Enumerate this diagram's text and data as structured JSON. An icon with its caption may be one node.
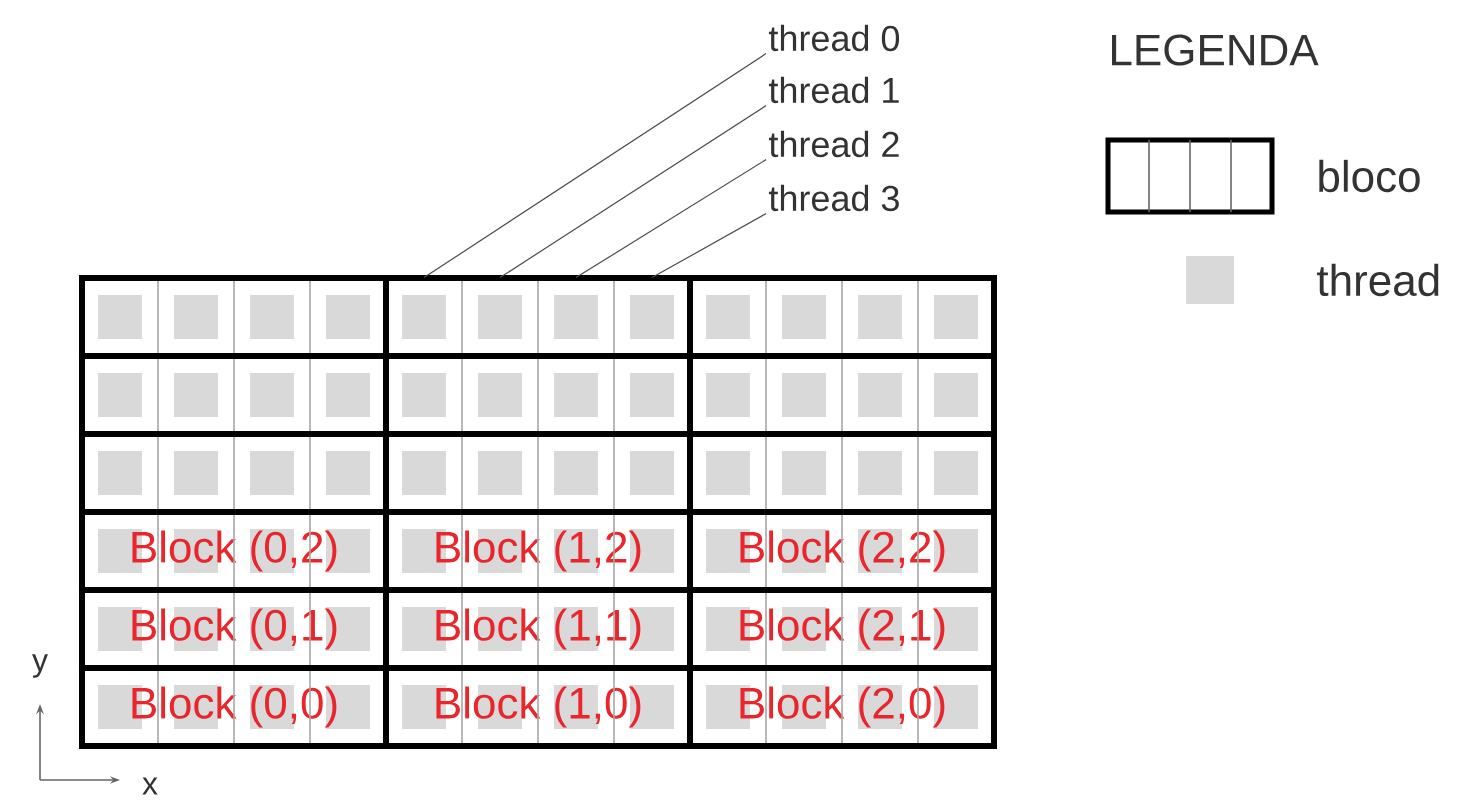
{
  "diagram": {
    "nodes": [
      {
        "text": [
          "thread 0"
        ]
      },
      {
        "text": [
          "thread 1"
        ]
      },
      {
        "text": [
          "thread 2"
        ]
      },
      {
        "text": [
          "thread 3"
        ]
      },
      {
        "text": [],
        "shape": "box"
      },
      {
        "text": [],
        "shape": "box"
      },
      {
        "text": [],
        "shape": "box"
      },
      {
        "text": [],
        "shape": "box",
        "in": 5
      },
      {
        "text": [],
        "shape": "box",
        "in": 5
      },
      {
        "text": [],
        "shape": "box",
        "in": 5
      },
      {
        "text": [],
        "shape": "box",
        "in": 5
      },
      {
        "text": [],
        "shape": "box"
      },
      {
        "text": [],
        "shape": "box"
      },
      {
        "text": [],
        "shape": "box"
      },
      {
        "text": [],
        "shape": "box"
      },
      {
        "text": [],
        "shape": "box"
      },
      {
        "text": [],
        "shape": "box"
      },
      {
        "text": [
          "Block (0,2)"
        ]
      },
      {
        "text": [
          "Block (1,2)"
        ]
      },
      {
        "text": [
          "Block (2,2)"
        ]
      },
      {
        "text": [
          "Block (0,1)"
        ]
      },
      {
        "text": [
          "Block (1,1)"
        ]
      },
      {
        "text": [
          "Block (2,1)"
        ]
      },
      {
        "text": [
          "Block (0,0)"
        ]
      },
      {
        "text": [
          "Block (1,0)"
        ]
      },
      {
        "text": [
          "Block (2,0)"
        ]
      }
    ],
    "edges": [
      {
        "from": 0,
        "to": 7,
        "arrow": "none"
      },
      {
        "from": 1,
        "to": 8,
        "arrow": "none"
      },
      {
        "from": 2,
        "to": 9,
        "arrow": "none"
      },
      {
        "from": 3,
        "to": 10,
        "arrow": "none"
      }
    ],
    "labels": [
      "LEGENDA",
      "y",
      "x"
    ],
    "legend": [
      {
        "text": "bloco"
      },
      {
        "text": "thread",
        "color": "#d9d9d9"
      }
    ]
  }
}
